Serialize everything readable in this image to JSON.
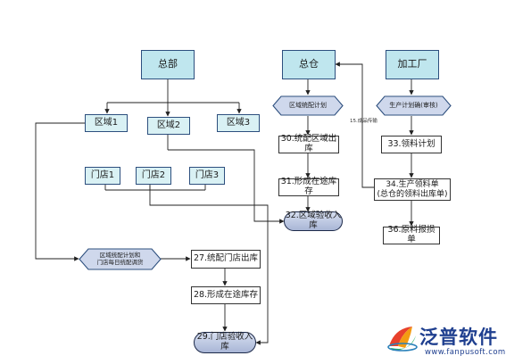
{
  "nodes": {
    "headquarters": "总部",
    "general_warehouse": "总仓",
    "factory": "加工厂",
    "region_1": "区域1",
    "region_2": "区域2",
    "region_3": "区域3",
    "store_1": "门店1",
    "store_2": "门店2",
    "store_3": "门店3",
    "region_plan": "区域统配计划",
    "production_plan": "生产计划确(审核)",
    "store_plan": "区域统配计划和\n门店每日统配调货",
    "step_30": "30.统配区域出库",
    "step_31": "31.形成在途库存",
    "step_32": "32.区域验收入库",
    "step_33": "33.领料计划",
    "step_34": "34.生产领料单\n(总仓的领料出库单)",
    "step_36": "36.原料报损单",
    "step_27": "27.统配门店出库",
    "step_28": "28.形成在途库存",
    "step_29": "29.门店验收入库"
  },
  "edge_labels": {
    "finished_goods": "15.成品传输"
  },
  "logo": {
    "name": "泛普软件",
    "url": "www.fanpusoft.com",
    "mark_colors": [
      "#e8412c",
      "#f39c12",
      "#27ae60",
      "#2980b9"
    ]
  }
}
